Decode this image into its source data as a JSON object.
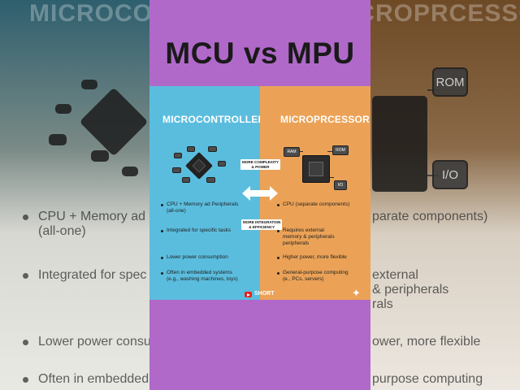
{
  "title": "MCU vs MPU",
  "left": {
    "heading": "MICROCONTROLLER",
    "items": [
      "CPU + Memory ad Peripherals\n(all-one)",
      "Integrated for specific tasks",
      "Lower power consumption",
      "Often in embedded systems\n(e.g., washing machines, toys)"
    ]
  },
  "right": {
    "heading": "MICROPRCESSOR",
    "chips": {
      "ram": "RAM",
      "rom": "ROM",
      "io": "I/O"
    },
    "items": [
      "CPU (separate components)",
      "Requires external\nmemory & peripherals\nperipherals",
      "Higher power, more flexible",
      "General-purpose computing\n(e., PCs, servers)"
    ]
  },
  "tags": {
    "top": "MORE COMPLEXITY\n& POWER",
    "bottom": "MORE INTEGRATION\n& EFFICIENCY"
  },
  "badge": "SHORT",
  "bg": {
    "left_heading": "MICROCONTROLLER",
    "right_heading": "MICROPRCESSOR",
    "left_items": [
      "CPU + Memory ad P\n(all-one)",
      "Integrated for spec",
      "Lower power consu",
      "Often in embedded"
    ],
    "right_items": [
      "parate components)",
      "external\n& peripherals\nrals",
      "ower, more flexible",
      "purpose computing"
    ],
    "rom": "ROM",
    "io": "I/O"
  },
  "colors": {
    "card": "#b069c9",
    "left_panel": "#5bbdde",
    "right_panel": "#eba257"
  }
}
